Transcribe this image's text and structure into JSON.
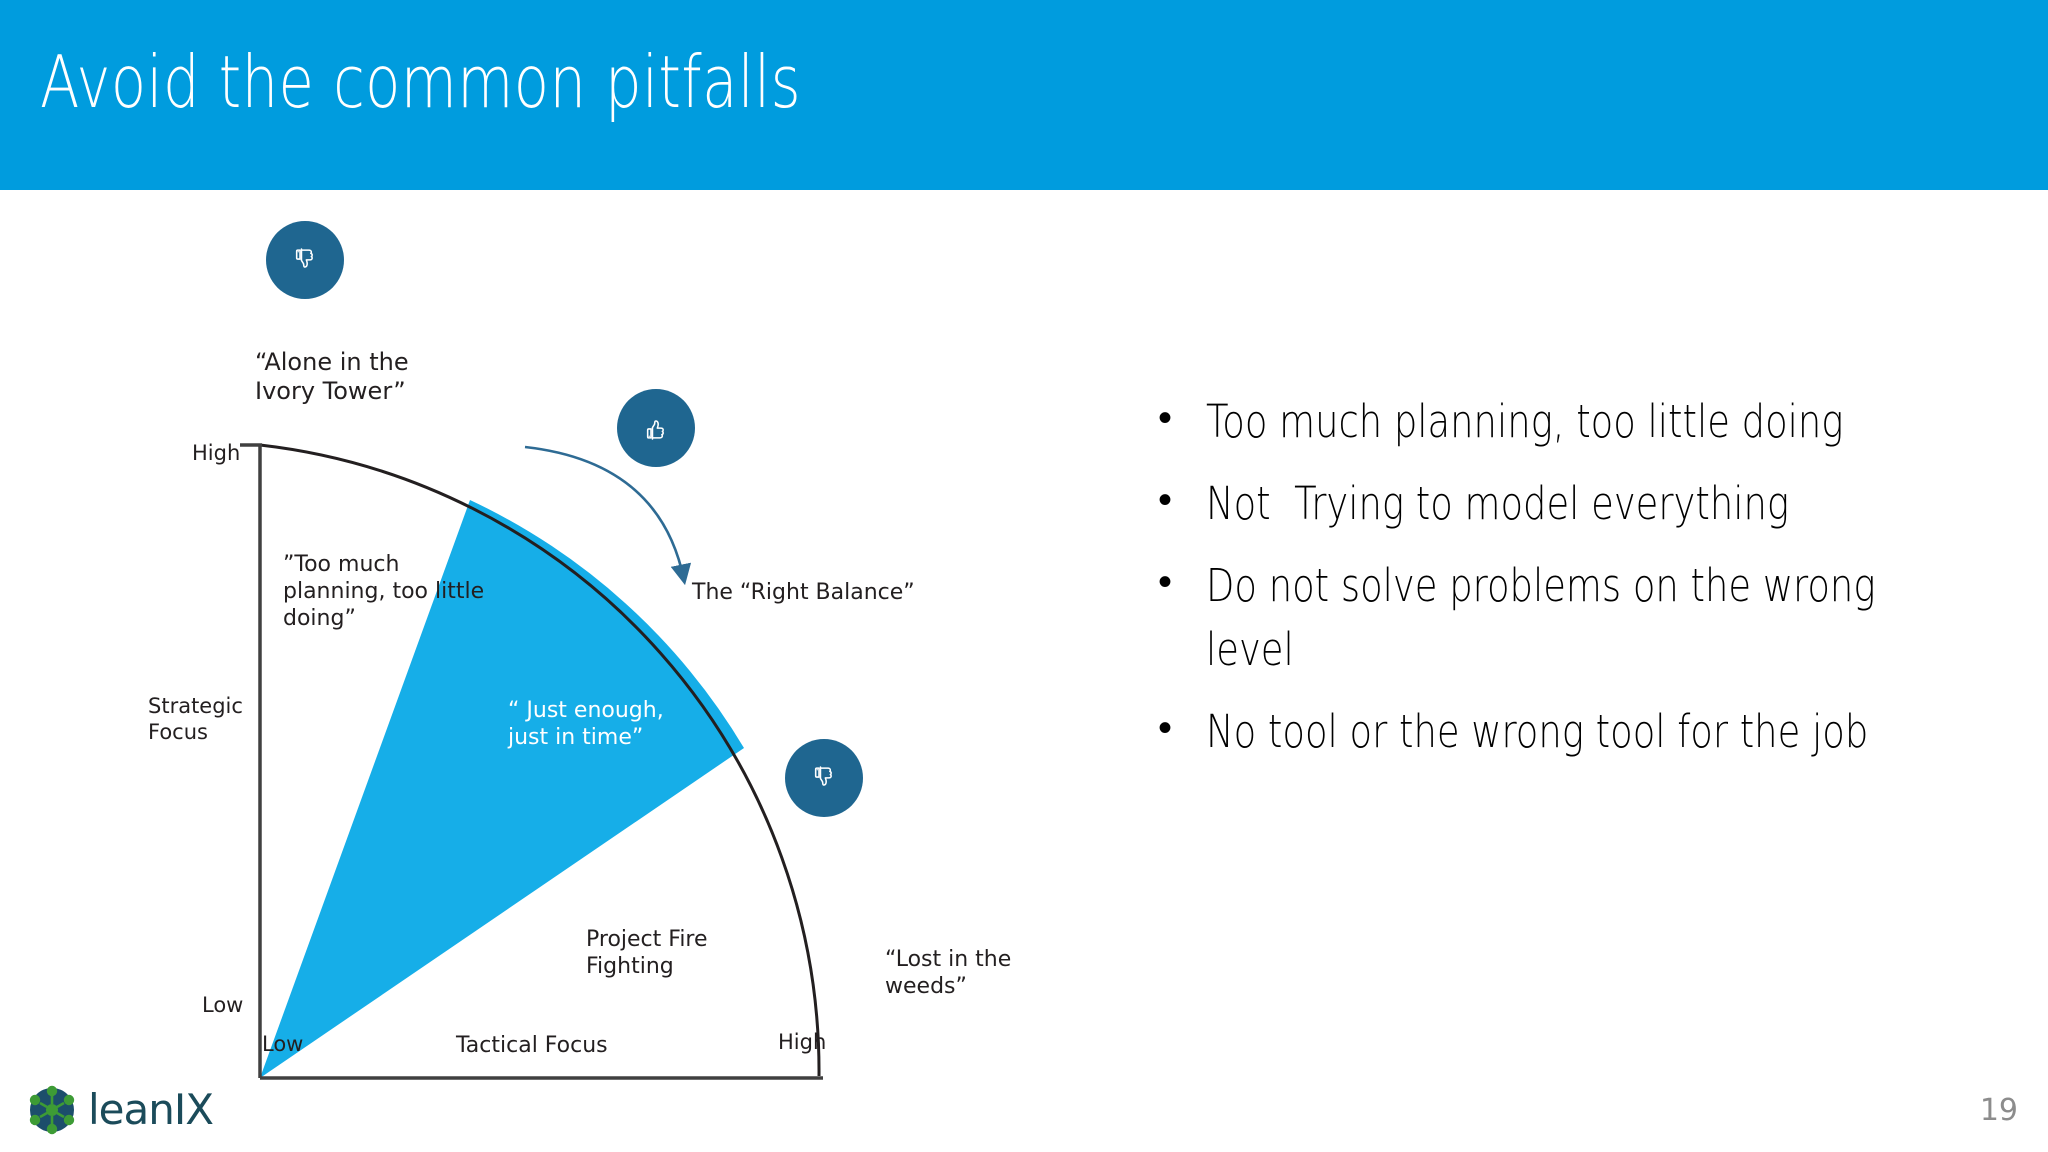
{
  "slide": {
    "title": "Avoid the common pitfalls",
    "page_number": "19",
    "header_color": "#009CDE",
    "accent_color": "#16AEE8",
    "marker_color": "#1F6690"
  },
  "diagram": {
    "type": "quadrant-arc",
    "y_axis": {
      "label": "Strategic\nFocus",
      "high": "High",
      "low": "Low"
    },
    "x_axis": {
      "label": "Tactical Focus",
      "high": "High",
      "low": "Low"
    },
    "markers": [
      {
        "name": "alone-ivory-tower",
        "icon": "thumbs-down-icon",
        "label": "“Alone in the\nIvory Tower”"
      },
      {
        "name": "right-balance",
        "icon": "thumbs-up-icon",
        "label": "The “Right Balance”"
      },
      {
        "name": "lost-in-weeds",
        "icon": "thumbs-down-icon",
        "label": "“Lost in the\nweeds”"
      }
    ],
    "zone_labels": [
      {
        "name": "too-much-planning",
        "text": "”Too much\nplanning, too little\ndoing”"
      },
      {
        "name": "just-enough",
        "text": "“ Just enough,\njust in time”"
      },
      {
        "name": "project-fire-fighting",
        "text": "Project Fire\nFighting"
      }
    ]
  },
  "bullets": {
    "marker": "•",
    "items": [
      "Too much planning, too little doing",
      "Not  Trying to model everything",
      "Do not solve problems on the wrong level",
      "No tool or the wrong tool for the job"
    ]
  },
  "logo": {
    "text": "leanIX"
  }
}
